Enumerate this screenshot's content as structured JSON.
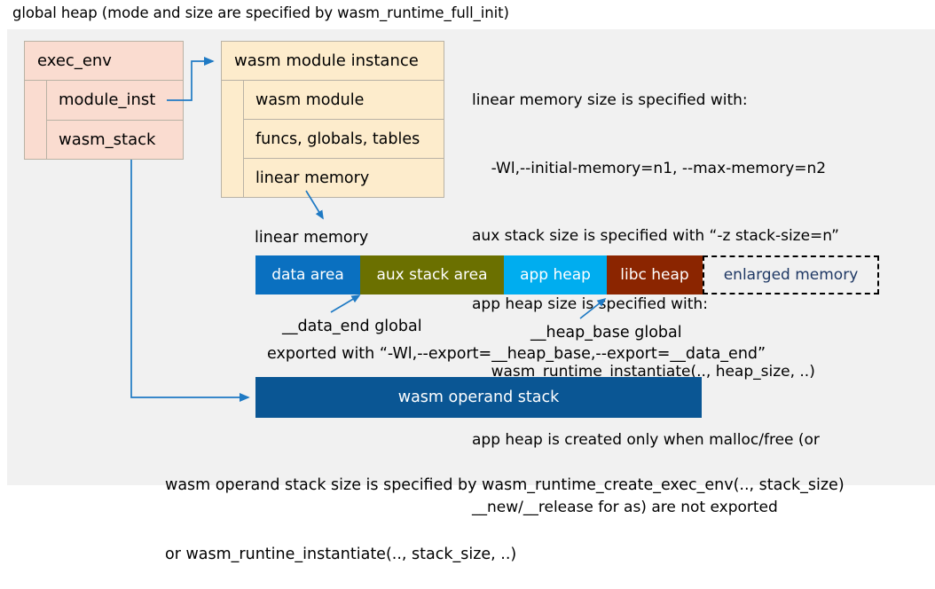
{
  "title": "global heap (mode and size are specified by wasm_runtime_full_init)",
  "colors": {
    "panel_bg": "#f1f1f1",
    "exec_env_fill": "#fadcd0",
    "module_instance_fill": "#fdeccc",
    "box_border": "#b9b2a5",
    "data_area": "#0a70c0",
    "aux_stack_area": "#6b7000",
    "app_heap": "#00adef",
    "libc_heap": "#8b2500",
    "enlarged_memory_text": "#1f3864",
    "operand_stack": "#0a5694",
    "connector": "#1f7ac4"
  },
  "exec_env": {
    "header": "exec_env",
    "fields": [
      {
        "label": "module_inst"
      },
      {
        "label": "wasm_stack"
      }
    ]
  },
  "module_instance": {
    "header": "wasm module instance",
    "fields": [
      {
        "label": "wasm module"
      },
      {
        "label": "funcs, globals, tables"
      },
      {
        "label": "linear memory"
      }
    ]
  },
  "memory_notes": [
    "linear memory size is specified with:",
    "    -Wl,--initial-memory=n1, --max-memory=n2",
    "aux stack size is specified with “-z stack-size=n”",
    "app heap size is specified with:",
    "    wasm_runtime_instantiate(.., heap_size, ..)",
    "app heap is created only when malloc/free (or",
    "__new/__release for as) are not exported"
  ],
  "linear_memory": {
    "label": "linear memory",
    "segments": [
      {
        "label": "data area",
        "color": "#0a70c0",
        "width": 118
      },
      {
        "label": "aux stack area",
        "color": "#6b7000",
        "width": 162
      },
      {
        "label": "app heap",
        "color": "#00adef",
        "width": 116
      },
      {
        "label": "libc heap",
        "color": "#8b2500",
        "width": 108
      },
      {
        "label": "enlarged memory",
        "color": "#f1f1f1",
        "width": 199
      }
    ]
  },
  "annotations": {
    "data_end": "__data_end global",
    "heap_base": "__heap_base global",
    "exported_with": "exported with “-Wl,--export=__heap_base,--export=__data_end”"
  },
  "operand_stack": {
    "label": "wasm operand stack",
    "notes": [
      "wasm operand stack size is specified by wasm_runtime_create_exec_env(.., stack_size)",
      "or wasm_runtine_instantiate(.., stack_size, ..)"
    ]
  }
}
